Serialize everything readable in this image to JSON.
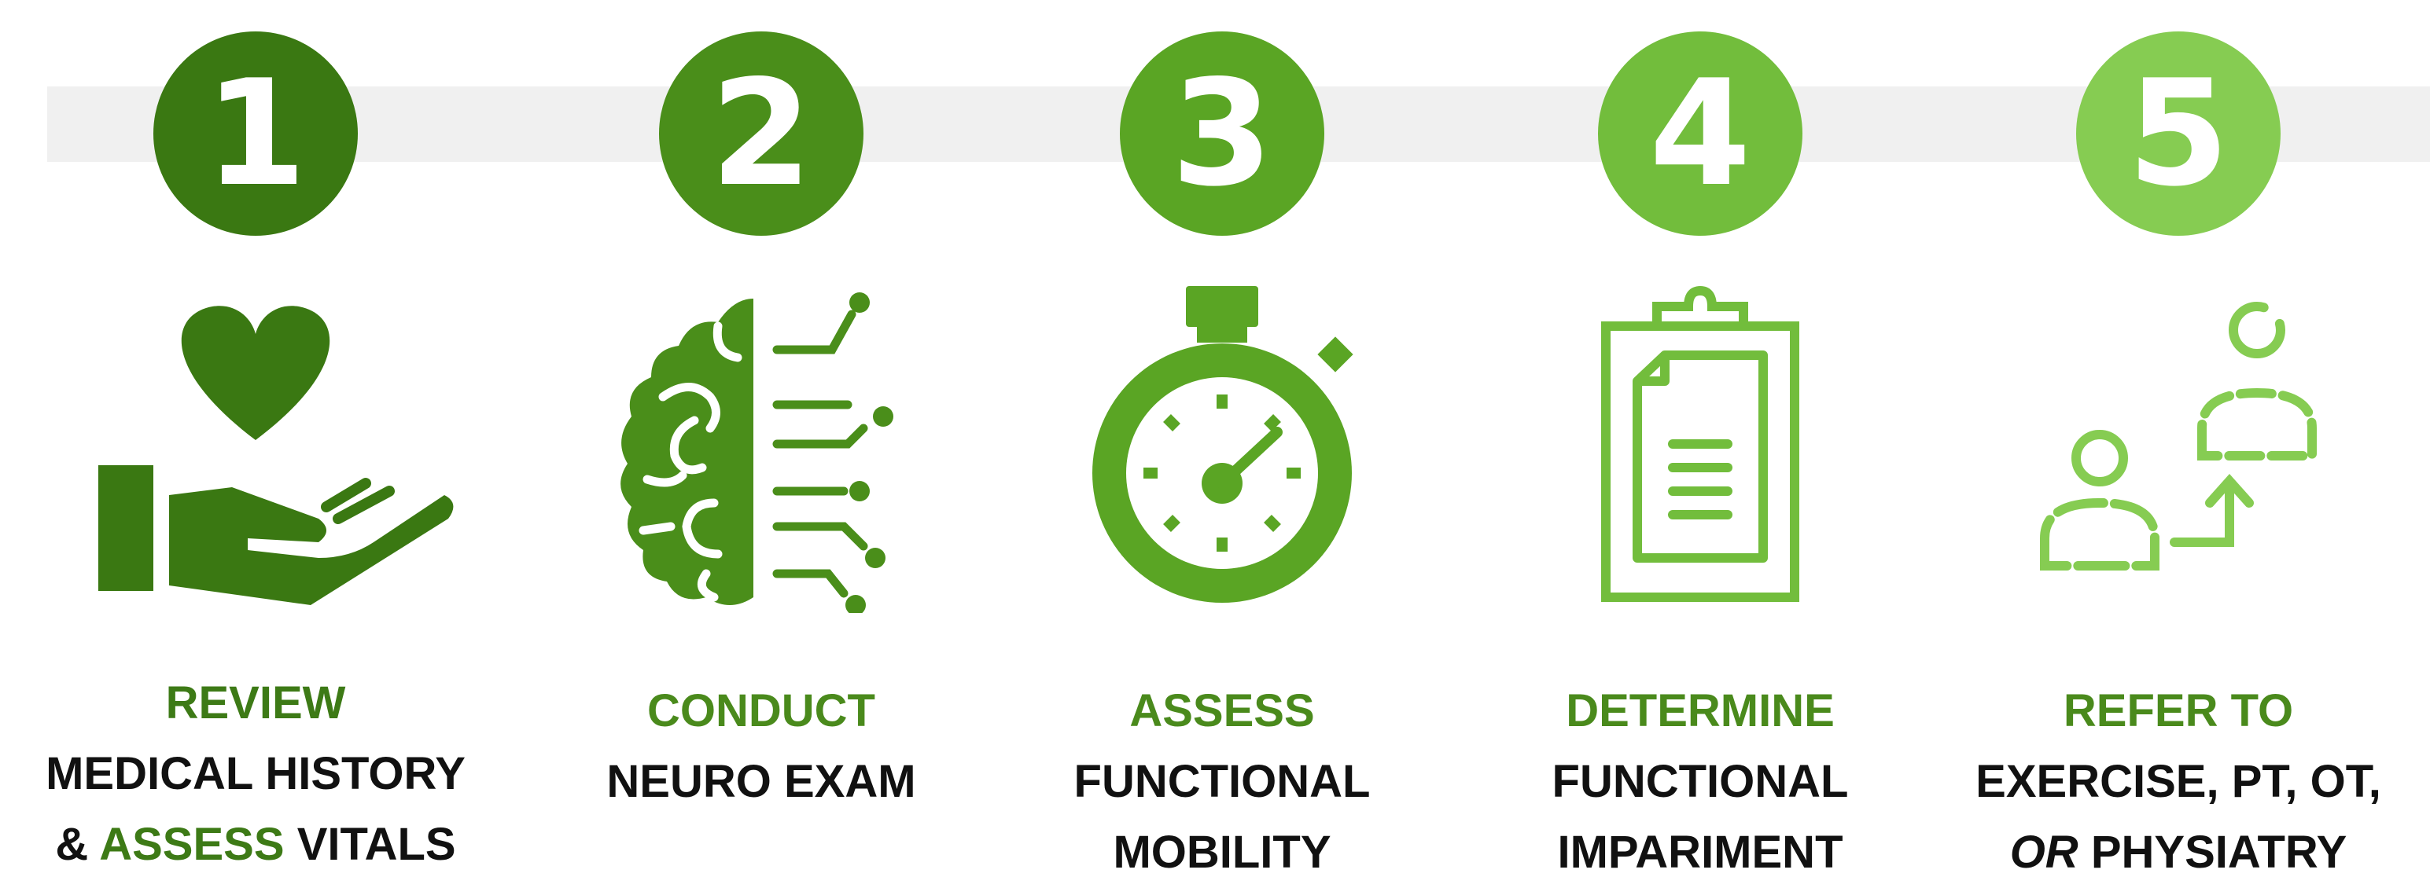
{
  "colors": {
    "step1": "#3a7812",
    "step2": "#4a8e1a",
    "step3": "#5aa524",
    "step4": "#72bd3c",
    "step5": "#86cc52",
    "accent_text": "#4a8a1c",
    "band": "#f0f0f0"
  },
  "steps": [
    {
      "number": "1",
      "icon": "heart-in-hand-icon",
      "line1_green": "REVIEW",
      "line2": "MEDICAL HISTORY",
      "line3_pre": "&",
      "line3_green": "ASSESS",
      "line3_post": "VITALS"
    },
    {
      "number": "2",
      "icon": "brain-circuit-icon",
      "line1_green": "CONDUCT",
      "line2": "NEURO EXAM"
    },
    {
      "number": "3",
      "icon": "stopwatch-icon",
      "line1_green": "ASSESS",
      "line2": "FUNCTIONAL",
      "line3": "MOBILITY"
    },
    {
      "number": "4",
      "icon": "clipboard-document-icon",
      "line1_green": "DETERMINE",
      "line2": "FUNCTIONAL",
      "line3": "IMPARIMENT"
    },
    {
      "number": "5",
      "icon": "referral-people-icon",
      "line1_green": "REFER TO",
      "line2": "EXERCISE, PT, OT,",
      "line3_italic": "OR",
      "line3_post": "PHYSIATRY"
    }
  ]
}
